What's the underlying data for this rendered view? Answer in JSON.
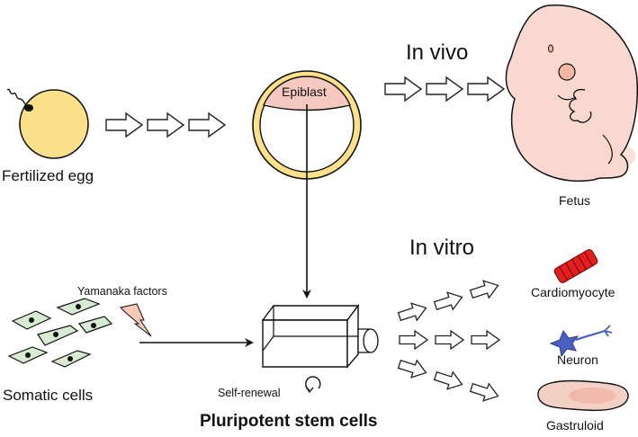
{
  "labels": {
    "fertilized_egg": "Fertilized egg",
    "epiblast": "Epiblast",
    "in_vivo": "In vivo",
    "fetus": "Fetus",
    "in_vitro": "In vitro",
    "yamanaka_factors": "Yamanaka factors",
    "somatic_cells": "Somatic cells",
    "self_renewal": "Self-renewal",
    "pluripotent_stem_cells": "Pluripotent stem cells",
    "cardiomyocyte": "Cardiomyocyte",
    "neuron": "Neuron",
    "gastruloid": "Gastruloid"
  },
  "colors": {
    "egg_fill": "#fde08a",
    "blastocyst_ring": "#fde08a",
    "epiblast_fill": "#f5c8c0",
    "fetus_fill": "#f8d8d0",
    "somatic_cell_fill": "#d9ead3",
    "lightning_fill": "#f8c8b8",
    "cardiomyocyte_fill": "#e02020",
    "neuron_fill": "#4a5fc0",
    "gastruloid_fill": "#f2d0c4",
    "gastruloid_spot": "#f0a090"
  }
}
